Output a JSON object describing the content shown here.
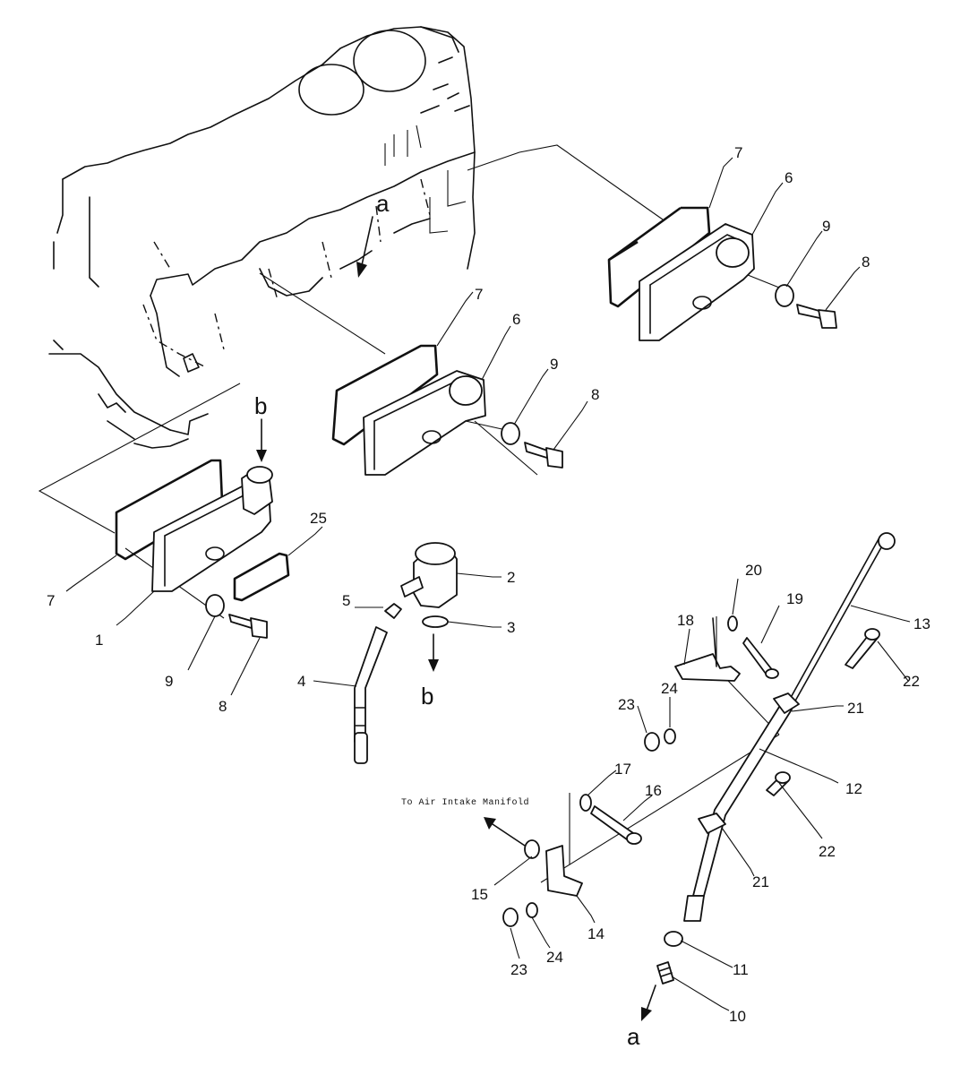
{
  "callouts": {
    "n1": "1",
    "n2": "2",
    "n3": "3",
    "n4": "4",
    "n5": "5",
    "n6a": "6",
    "n6b": "6",
    "n7a": "7",
    "n7b": "7",
    "n7c": "7",
    "n8a": "8",
    "n8b": "8",
    "n8c": "8",
    "n9a": "9",
    "n9b": "9",
    "n9c": "9",
    "n10": "10",
    "n11": "11",
    "n12": "12",
    "n13": "13",
    "n14": "14",
    "n15": "15",
    "n16": "16",
    "n17": "17",
    "n18": "18",
    "n19": "19",
    "n20": "20",
    "n21a": "21",
    "n21b": "21",
    "n22a": "22",
    "n22b": "22",
    "n23a": "23",
    "n23b": "23",
    "n24a": "24",
    "n24b": "24",
    "n25": "25"
  },
  "ref_letters": {
    "a_top": "a",
    "a_bottom": "a",
    "b_top": "b",
    "b_bottom": "b"
  },
  "note": "To Air Intake Manifold"
}
